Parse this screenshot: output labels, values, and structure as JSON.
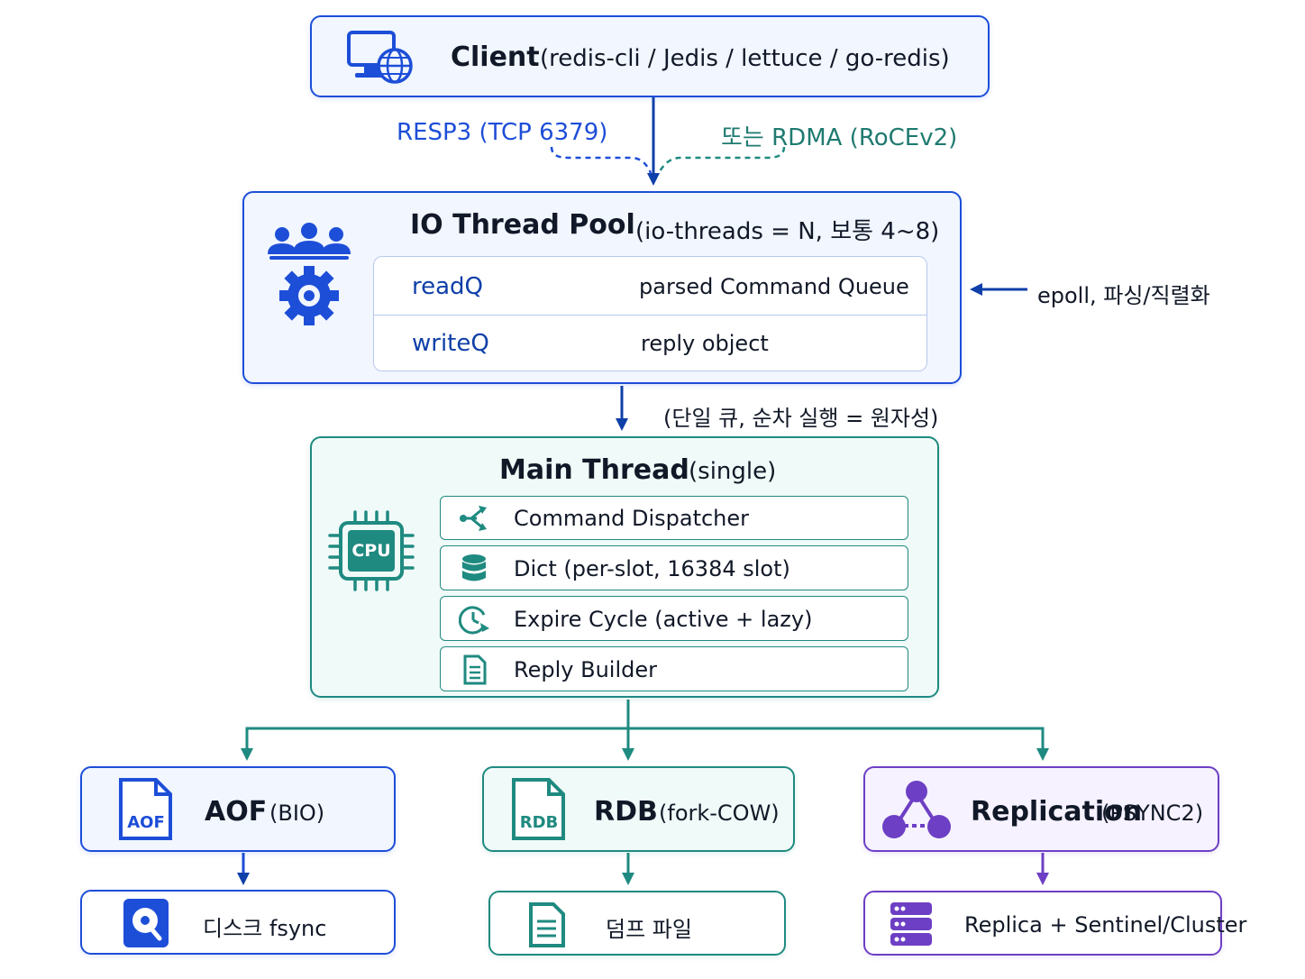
{
  "colors": {
    "blue": "#1d4ed8",
    "teal": "#1f8a80",
    "purple": "#6d3fc4"
  },
  "client": {
    "title": "Client",
    "subtitle": "(redis-cli / Jedis / lettuce / go-redis)",
    "icon": "monitor-globe-icon"
  },
  "transport": {
    "resp3": "RESP3 (TCP 6379)",
    "rdma": "또는 RDMA (RoCEv2)"
  },
  "io_pool": {
    "title": "IO Thread Pool",
    "subtitle": "(io-threads = N, 보통 4~8)",
    "icon": "users-gear-icon",
    "rows": [
      {
        "queue": "readQ",
        "target": "parsed Command Queue",
        "direction": "right"
      },
      {
        "queue": "writeQ",
        "target": "reply object",
        "direction": "left"
      }
    ],
    "side_note": "epoll, 파싱/직렬화"
  },
  "queue_note": "(단일 큐, 순차 실행 = 원자성)",
  "main_thread": {
    "title": "Main Thread",
    "subtitle": "(single)",
    "cpu_label": "CPU",
    "items": [
      {
        "label": "Command Dispatcher",
        "icon": "dispatch-icon"
      },
      {
        "label": "Dict (per-slot, 16384 slot)",
        "icon": "database-icon"
      },
      {
        "label": "Expire Cycle (active + lazy)",
        "icon": "clock-icon"
      },
      {
        "label": "Reply Builder",
        "icon": "document-icon"
      }
    ]
  },
  "outputs": [
    {
      "badge": "AOF",
      "title": "AOF",
      "subtitle": "(BIO)",
      "sink": "디스크 fsync"
    },
    {
      "badge": "RDB",
      "title": "RDB",
      "subtitle": "(fork-COW)",
      "sink": "덤프 파일"
    },
    {
      "badge": "",
      "title": "Replication",
      "subtitle": "(PSYNC2)",
      "sink": "Replica + Sentinel/Cluster"
    }
  ]
}
